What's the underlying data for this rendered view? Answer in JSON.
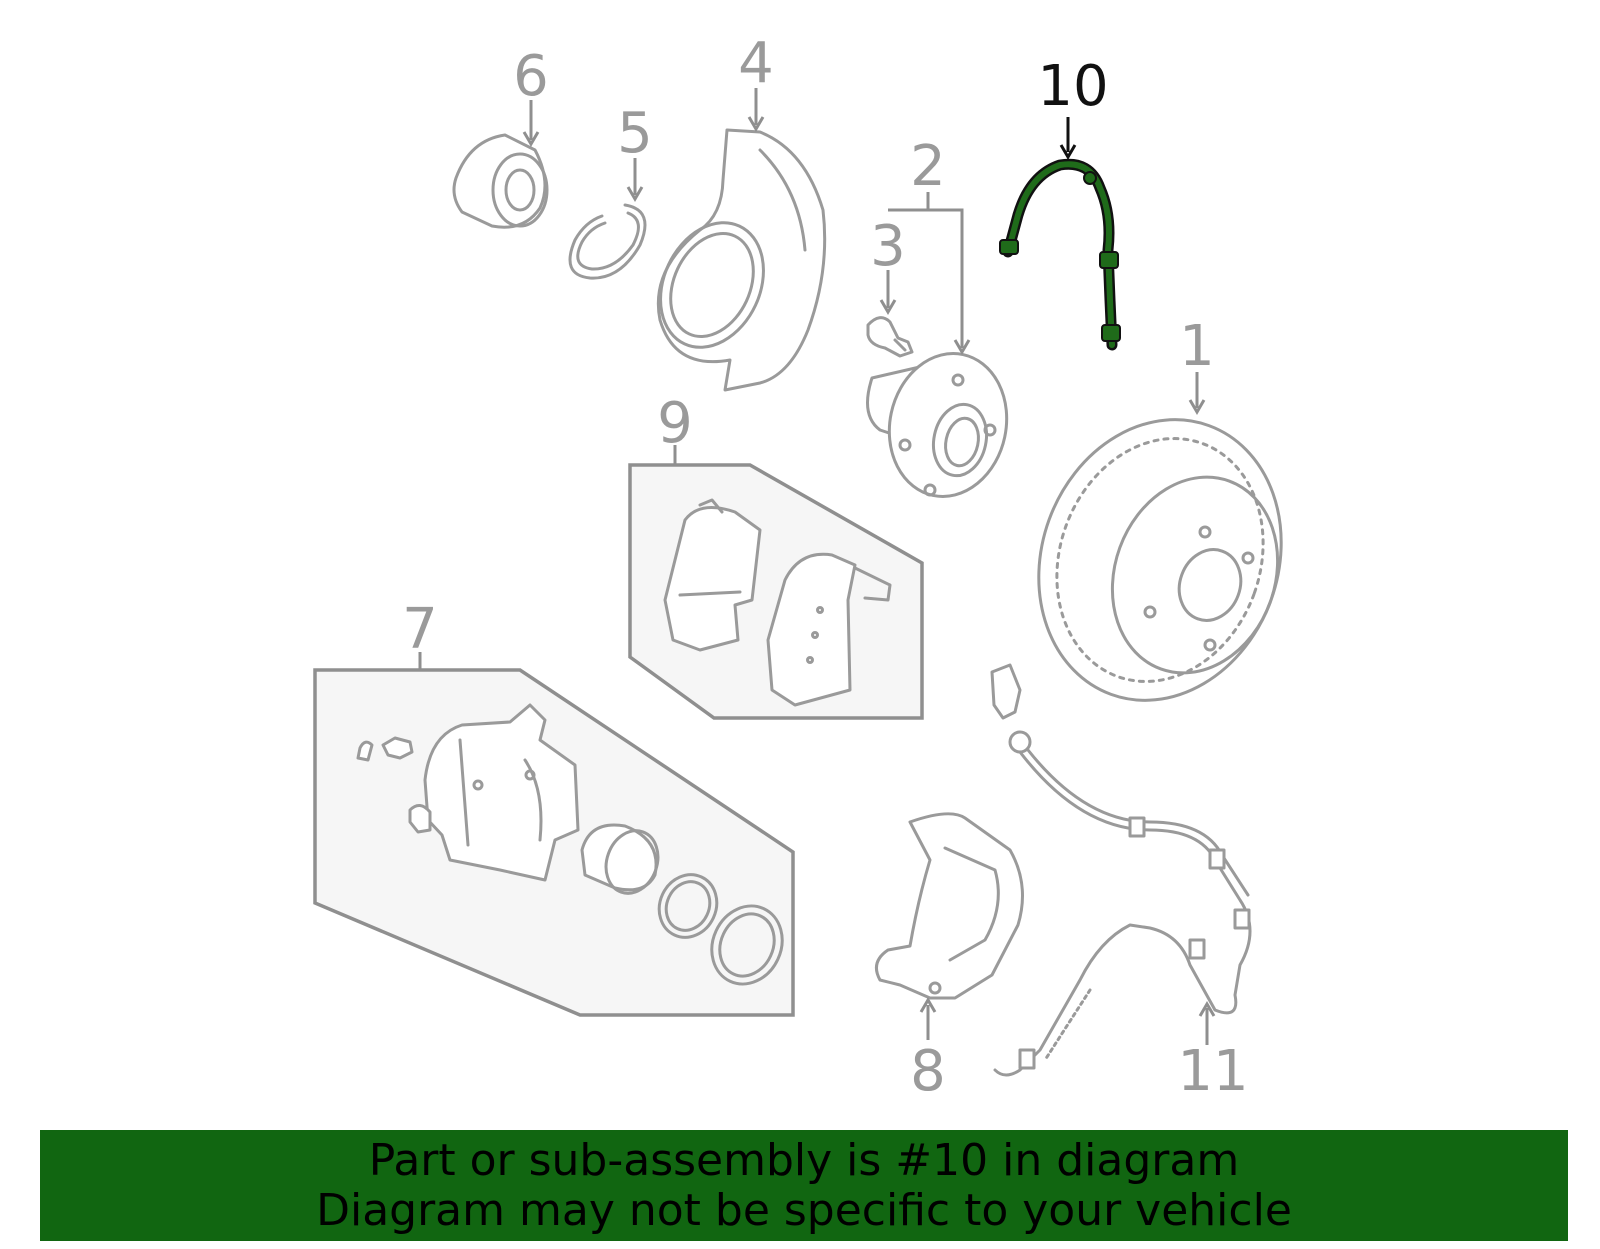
{
  "diagram": {
    "callouts": [
      "1",
      "2",
      "3",
      "4",
      "5",
      "6",
      "7",
      "8",
      "9",
      "10",
      "11"
    ],
    "highlighted_part": "10",
    "highlight_color": "#116611"
  },
  "banner": {
    "line1": "Part or sub-assembly is #10 in diagram",
    "line2": "Diagram may not be specific to your vehicle",
    "background": "#116611"
  }
}
